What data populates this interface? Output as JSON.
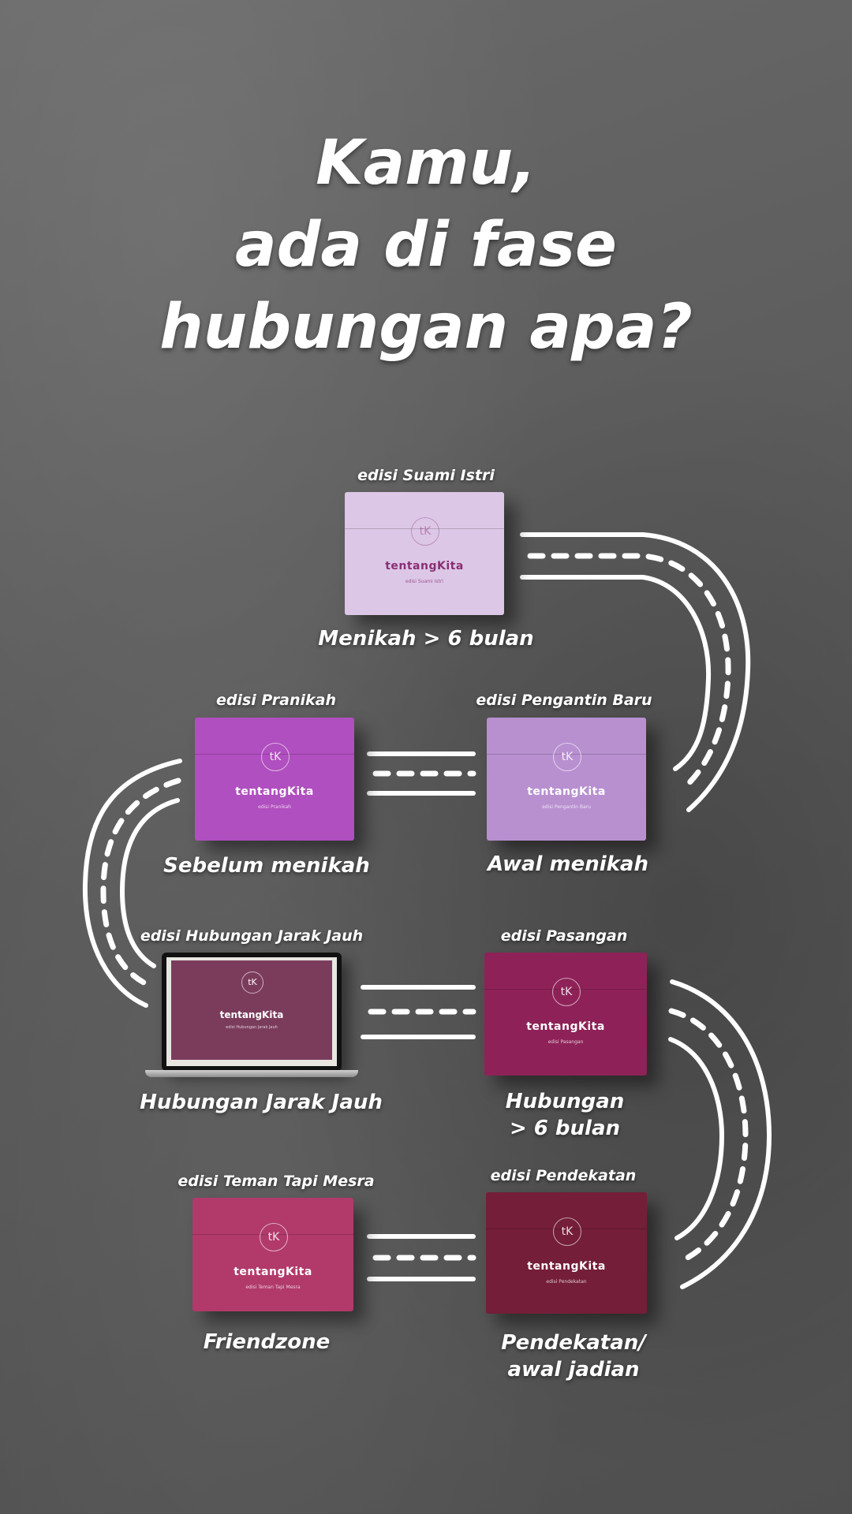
{
  "headline": [
    "Kamu,",
    "ada di fase",
    "hubungan apa?"
  ],
  "brand": "tentangKita",
  "logo_text": "tK",
  "phases": [
    {
      "id": "suami-istri",
      "edition": "edisi Suami Istri",
      "stage": [
        "Menikah > 6 bulan"
      ],
      "box_color": "#dcc7e6",
      "box_text_color": "#8a2f73",
      "sub": "edisi Suami Istri"
    },
    {
      "id": "pranikah",
      "edition": "edisi Pranikah",
      "stage": [
        "Sebelum menikah"
      ],
      "box_color": "#b04fbf",
      "box_text_color": "#ffffff",
      "sub": "edisi Pranikah"
    },
    {
      "id": "pengantin-baru",
      "edition": "edisi Pengantin Baru",
      "stage": [
        "Awal menikah"
      ],
      "box_color": "#b890d0",
      "box_text_color": "#ffffff",
      "sub": "edisi Pengantin Baru"
    },
    {
      "id": "hubungan-jarak-jauh",
      "edition": "edisi Hubungan Jarak Jauh",
      "stage": [
        "Hubungan Jarak Jauh"
      ],
      "box_color": "#7b3c5c",
      "box_text_color": "#ffffff",
      "sub": "edisi Hubungan Jarak Jauh"
    },
    {
      "id": "pasangan",
      "edition": "edisi Pasangan",
      "stage": [
        "Hubungan",
        "> 6 bulan"
      ],
      "box_color": "#8e2258",
      "box_text_color": "#ffffff",
      "sub": "edisi Pasangan"
    },
    {
      "id": "teman-tapi-mesra",
      "edition": "edisi Teman Tapi Mesra",
      "stage": [
        "Friendzone"
      ],
      "box_color": "#b13a6b",
      "box_text_color": "#ffffff",
      "sub": "edisi Teman Tapi Mesra"
    },
    {
      "id": "pendekatan",
      "edition": "edisi Pendekatan",
      "stage": [
        "Pendekatan/",
        "awal jadian"
      ],
      "box_color": "#741e39",
      "box_text_color": "#ffffff",
      "sub": "edisi Pendekatan"
    }
  ],
  "colors": {
    "road": "#ffffff",
    "background": "#5e5e5e"
  }
}
